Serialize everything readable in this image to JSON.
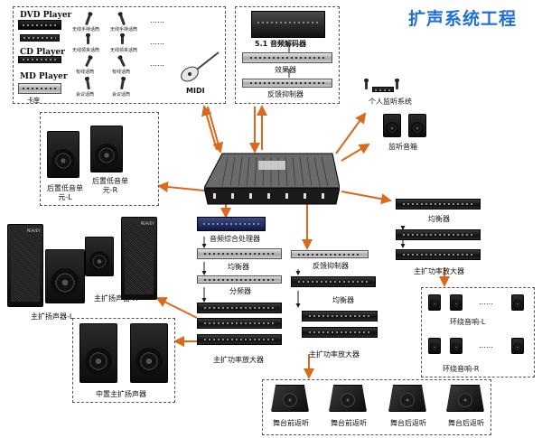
{
  "title": "扩声系统工程",
  "sources": {
    "dvd": "DVD Player",
    "cd": "CD Player",
    "md": "MD Player",
    "cassette": "卡座",
    "mic1": "无线手持话筒",
    "mic2": "无线手持话筒",
    "mic3": "无线领夹话筒",
    "mic4": "无线领夹话筒",
    "mic5": "有线话筒",
    "mic6": "有线话筒",
    "mic7": "会议话筒",
    "mic8": "会议话筒",
    "dots1": "……",
    "dots2": "……",
    "dots3": "……",
    "midi": "MIDI"
  },
  "processors_top": {
    "decoder": "5.1 音频解码器",
    "effects": "效果器",
    "feedback": "反馈抑制器"
  },
  "personal_monitor": {
    "label": "个人监听系统",
    "monitor_speakers": "监听音箱"
  },
  "rear_sub": {
    "left": "后置低音单元-L",
    "right": "后置低音单元-R"
  },
  "main_speakers": {
    "left": "主扩扬声器-L",
    "right": "主扩扬声器-R",
    "center": "中置主扩扬声器"
  },
  "chain_left": {
    "processor": "音频综合处理器",
    "eq": "均衡器",
    "crossover": "分频器",
    "amp": "主扩功率放大器"
  },
  "chain_mid": {
    "feedback": "反馈抑制器",
    "eq": "均衡器",
    "amp": "主扩功率放大器"
  },
  "chain_right": {
    "eq": "均衡器",
    "amp": "主扩功率放大器",
    "surround_l": "环绕音响-L",
    "surround_r": "环绕音响-R",
    "dots": "……"
  },
  "stage": {
    "m1": "舞台前返听",
    "m2": "舞台前返听",
    "m3": "舞台后返听",
    "m4": "舞台后返听"
  },
  "colors": {
    "title": "#1f6fd6",
    "arrow": "#d9691c",
    "link": "#1a1a1a"
  }
}
